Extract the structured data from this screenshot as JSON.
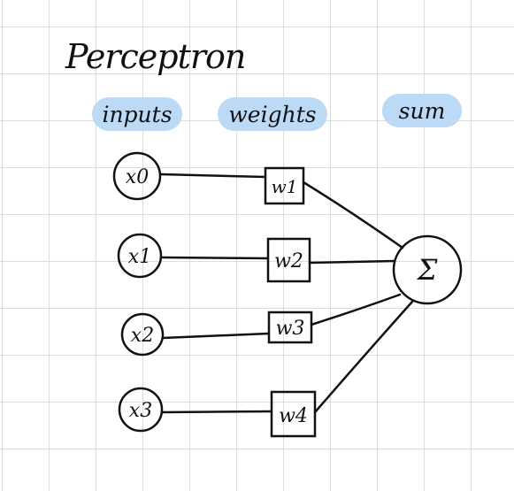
{
  "title": "Perceptron",
  "headers": {
    "inputs": "inputs",
    "weights": "weights",
    "sum": "sum"
  },
  "inputs": [
    "x0",
    "x1",
    "x2",
    "x3"
  ],
  "weights": [
    "w1",
    "w2",
    "w3",
    "w4"
  ],
  "sum_symbol": "Σ",
  "colors": {
    "pill": "#bcd9f5",
    "ink": "#111111",
    "grid": "#dcdcdc"
  }
}
